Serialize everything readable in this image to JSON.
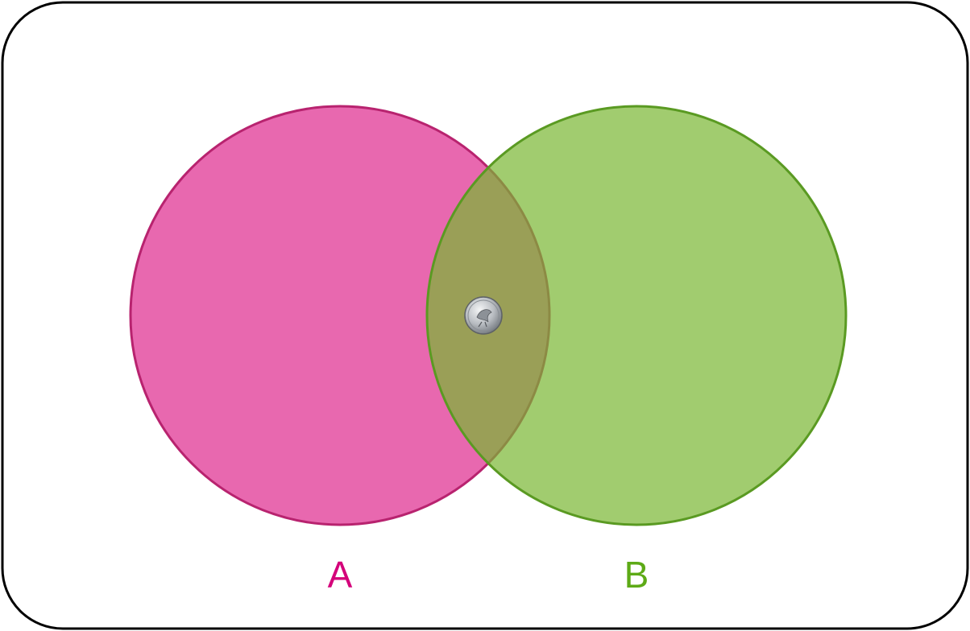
{
  "diagram": {
    "type": "venn",
    "sets": [
      {
        "id": "A",
        "label": "A",
        "fill": "#E23D98",
        "stroke": "#B8236F",
        "label_color": "#D4007A"
      },
      {
        "id": "B",
        "label": "B",
        "fill": "#79B632",
        "stroke": "#5A9A22",
        "label_color": "#5DAA16"
      }
    ],
    "intersection": {
      "sets": [
        "A",
        "B"
      ],
      "item": {
        "icon": "coin-icon",
        "count": 1
      }
    },
    "colors": {
      "border": "#000000",
      "background": "#FFFFFF",
      "coin": "#B9BDC2"
    }
  }
}
